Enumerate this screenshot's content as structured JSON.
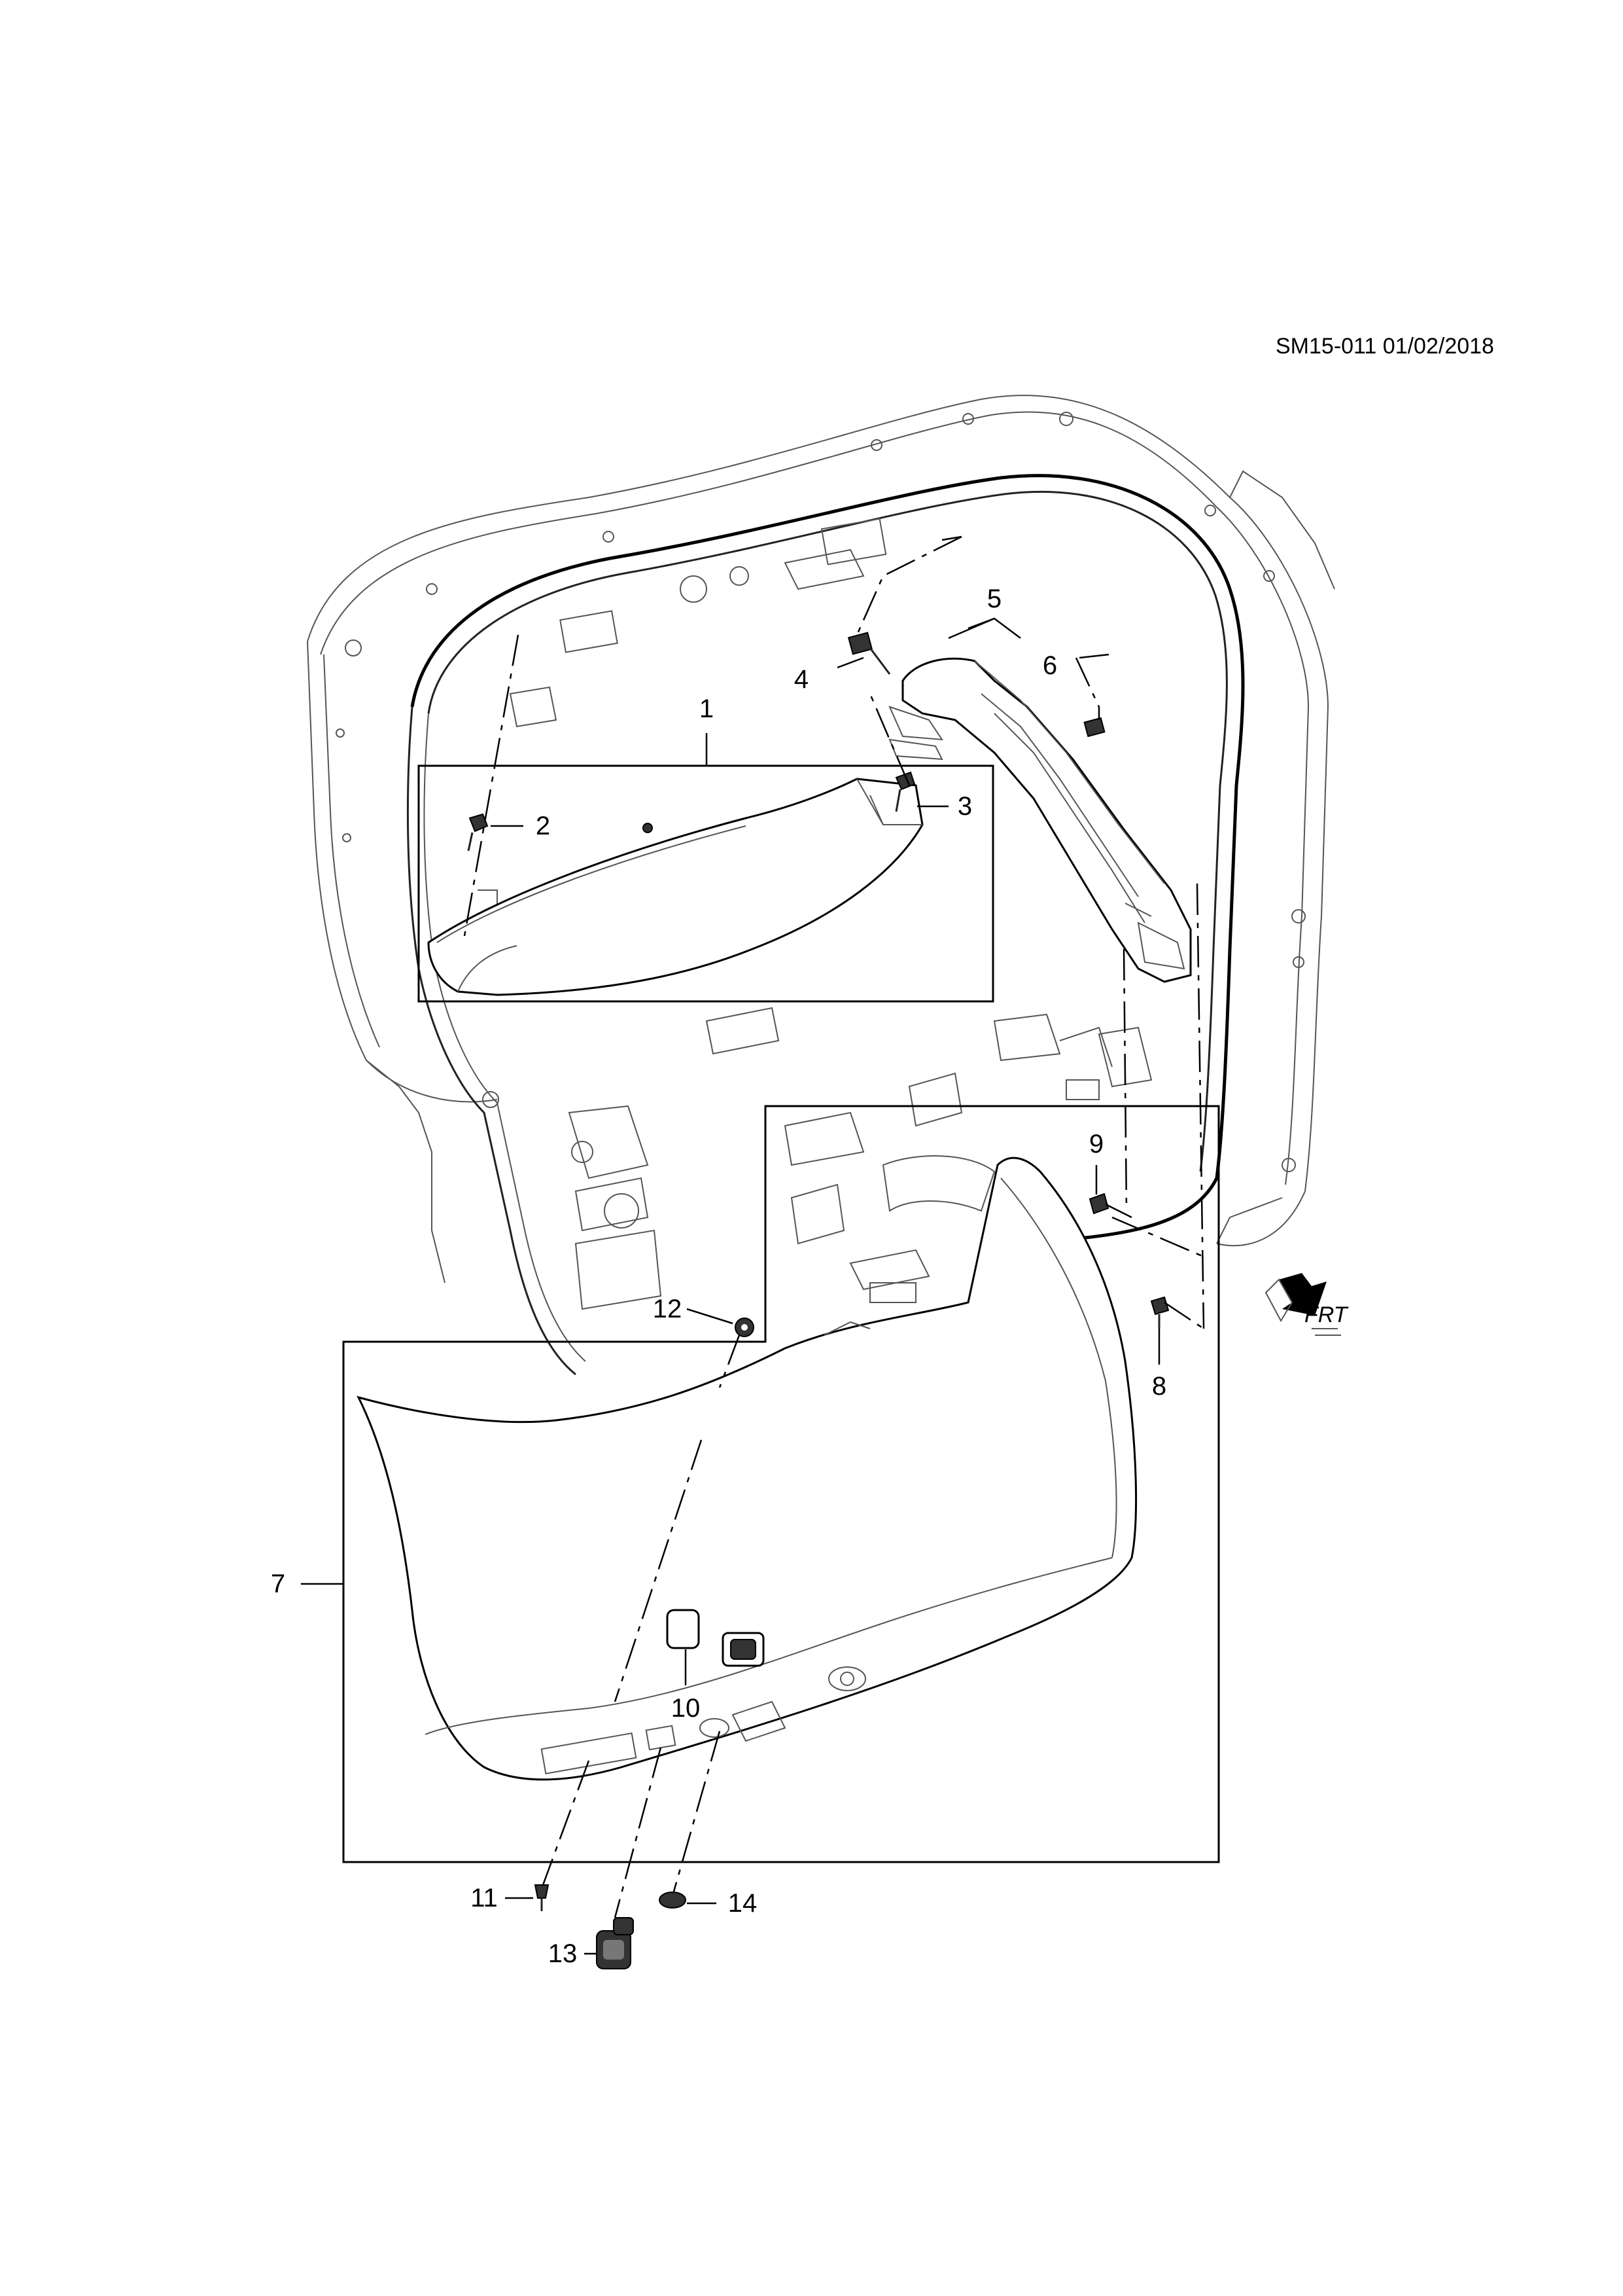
{
  "document": {
    "code": "SM15-011 01/02/2018",
    "direction_label": "FRT"
  },
  "callouts": [
    {
      "id": "1",
      "label": "1"
    },
    {
      "id": "2",
      "label": "2"
    },
    {
      "id": "3",
      "label": "3"
    },
    {
      "id": "4",
      "label": "4"
    },
    {
      "id": "5",
      "label": "5"
    },
    {
      "id": "6",
      "label": "6"
    },
    {
      "id": "7",
      "label": "7"
    },
    {
      "id": "8",
      "label": "8"
    },
    {
      "id": "9",
      "label": "9"
    },
    {
      "id": "10",
      "label": "10"
    },
    {
      "id": "11",
      "label": "11"
    },
    {
      "id": "12",
      "label": "12"
    },
    {
      "id": "13",
      "label": "13"
    },
    {
      "id": "14",
      "label": "14"
    }
  ],
  "icons": {
    "direction_arrow": "front-direction-arrow-icon"
  }
}
